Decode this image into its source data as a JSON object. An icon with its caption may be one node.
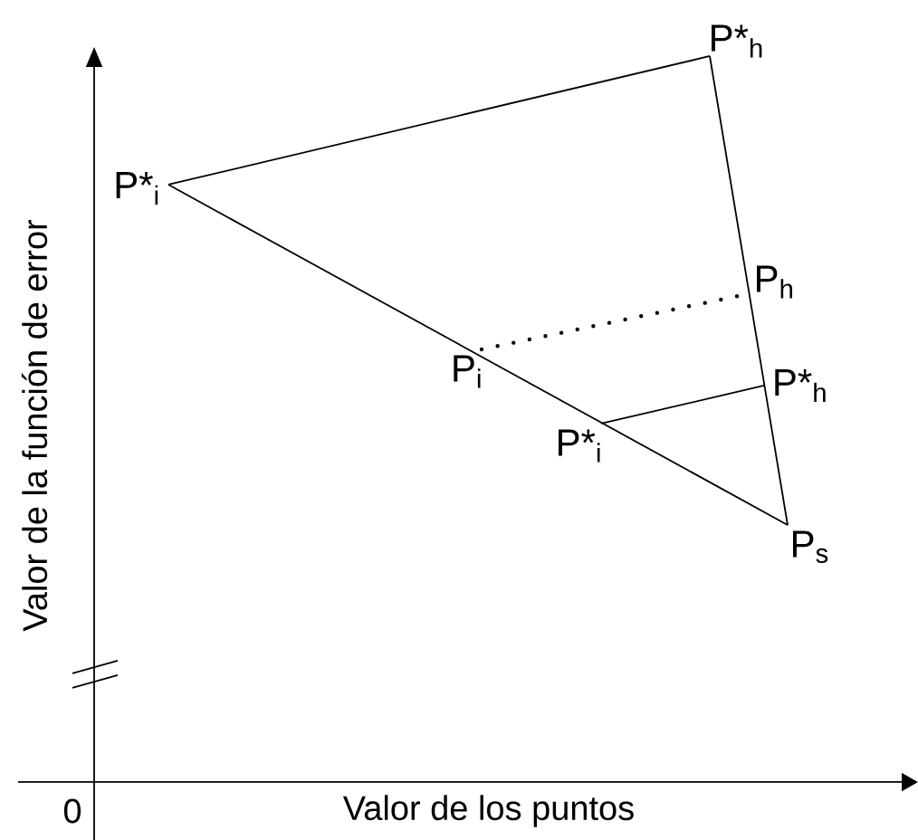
{
  "diagram": {
    "nodes": [
      {
        "text": [
          "P*$_{h}$"
        ]
      },
      {
        "text": [
          "P*$_{i}$"
        ]
      },
      {
        "text": [
          "P$_{h}$"
        ]
      },
      {
        "text": [
          "P$_{i}$"
        ]
      },
      {
        "text": [
          "P*$_{h}$"
        ]
      },
      {
        "text": [
          "P*$_{i}$"
        ]
      },
      {
        "text": [
          "P$_{s}$"
        ]
      }
    ],
    "edges": [
      {
        "from": 1,
        "to": 0,
        "arrow": "none"
      },
      {
        "from": 0,
        "to": 6,
        "arrow": "none"
      },
      {
        "from": 1,
        "to": 6,
        "arrow": "none"
      },
      {
        "from": 3,
        "to": 2,
        "arrow": "none",
        "style": "dashed"
      },
      {
        "from": 5,
        "to": 4,
        "arrow": "none"
      }
    ],
    "labels": [
      "Valor de la función de error",
      "0",
      "Valor de los puntos"
    ]
  }
}
